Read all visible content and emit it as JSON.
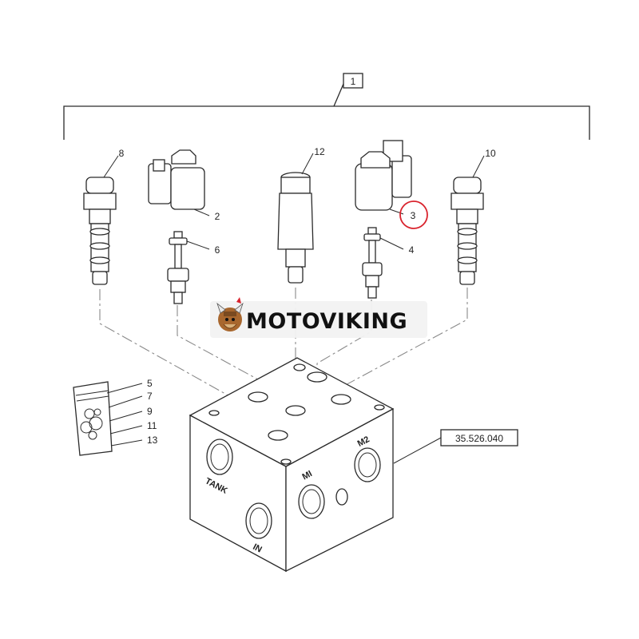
{
  "diagram": {
    "assembly_ref": "1",
    "block_ref": "35.526.040",
    "callouts": {
      "c2": "2",
      "c3": "3",
      "c4": "4",
      "c5": "5",
      "c6": "6",
      "c7": "7",
      "c8": "8",
      "c9": "9",
      "c10": "10",
      "c11": "11",
      "c12": "12",
      "c13": "13"
    },
    "ports": {
      "tank": "TANK",
      "m1": "MI",
      "m2": "M2",
      "in": "IN"
    },
    "highlight_color": "#d9232d"
  },
  "watermark": {
    "brand": "MOTOVIKING"
  }
}
